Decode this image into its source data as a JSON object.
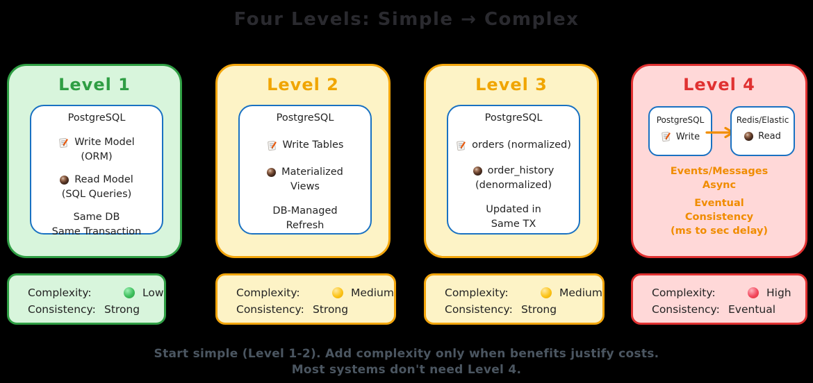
{
  "title": "Four Levels: Simple → Complex",
  "labels": {
    "complexity": "Complexity:",
    "consistency": "Consistency:"
  },
  "icons": {
    "write": "memo-icon",
    "read": "eye-icon"
  },
  "colors": {
    "background": "#000000",
    "green_border": "#2f9e44",
    "green_fill": "#d8f5dc",
    "yellow_border": "#f2a50c",
    "yellow_fill": "#fdf3c6",
    "red_border": "#e03131",
    "red_fill": "#ffd8d8",
    "inner_box_border": "#1971c2",
    "orange_accent": "#f08c00",
    "dot_low": "#3dbf5c",
    "dot_medium": "#fcc419",
    "dot_high": "#f2485e",
    "caption_text": "#4b5661"
  },
  "levels": [
    {
      "name": "Level 1",
      "db": "PostgreSQL",
      "write": "Write Model",
      "write_sub": "(ORM)",
      "read": "Read Model",
      "read_sub": "(SQL Queries)",
      "note1": "Same DB",
      "note2": "Same Transaction",
      "complexity": "Low",
      "consistency": "Strong"
    },
    {
      "name": "Level 2",
      "db": "PostgreSQL",
      "write": "Write Tables",
      "read": "Materialized",
      "read_sub": "Views",
      "note1": "DB-Managed",
      "note2": "Refresh",
      "complexity": "Medium",
      "consistency": "Strong"
    },
    {
      "name": "Level 3",
      "db": "PostgreSQL",
      "write": "orders (normalized)",
      "read": "order_history",
      "read_sub": "(denormalized)",
      "note1": "Updated in",
      "note2": "Same TX",
      "complexity": "Medium",
      "consistency": "Strong"
    },
    {
      "name": "Level 4",
      "write_box_title": "PostgreSQL",
      "write": "Write",
      "read_box_title": "Redis/Elastic",
      "read": "Read",
      "async1": "Events/Messages",
      "async2": "Async",
      "eventual1": "Eventual",
      "eventual2": "Consistency",
      "eventual3": "(ms to sec delay)",
      "complexity": "High",
      "consistency": "Eventual"
    }
  ],
  "caption": {
    "line1": "Start simple (Level 1-2). Add complexity only when benefits justify costs.",
    "line2": "Most systems don't need Level 4."
  }
}
